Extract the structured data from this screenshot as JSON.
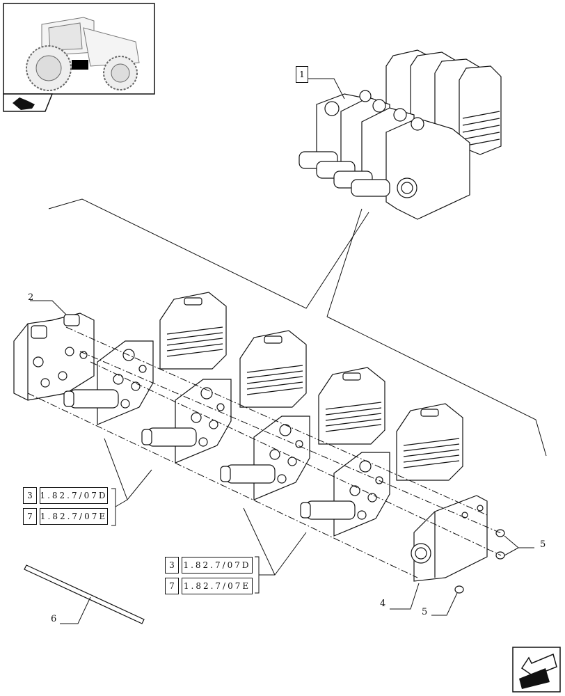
{
  "callouts": {
    "c1": "1",
    "c2": "2",
    "c4": "4",
    "c5a": "5",
    "c5b": "5",
    "c6": "6"
  },
  "references": [
    {
      "index": "3",
      "code": "1.82.7/07D"
    },
    {
      "index": "7",
      "code": "1.82.7/07E"
    },
    {
      "index": "3",
      "code": "1.82.7/07D"
    },
    {
      "index": "7",
      "code": "1.82.7/07E"
    }
  ],
  "icons": {
    "thumbnail": "tractor-thumbnail-icon",
    "badge": "section-arrow-badge-icon",
    "nav": "navigate-back-arrow-icon"
  }
}
